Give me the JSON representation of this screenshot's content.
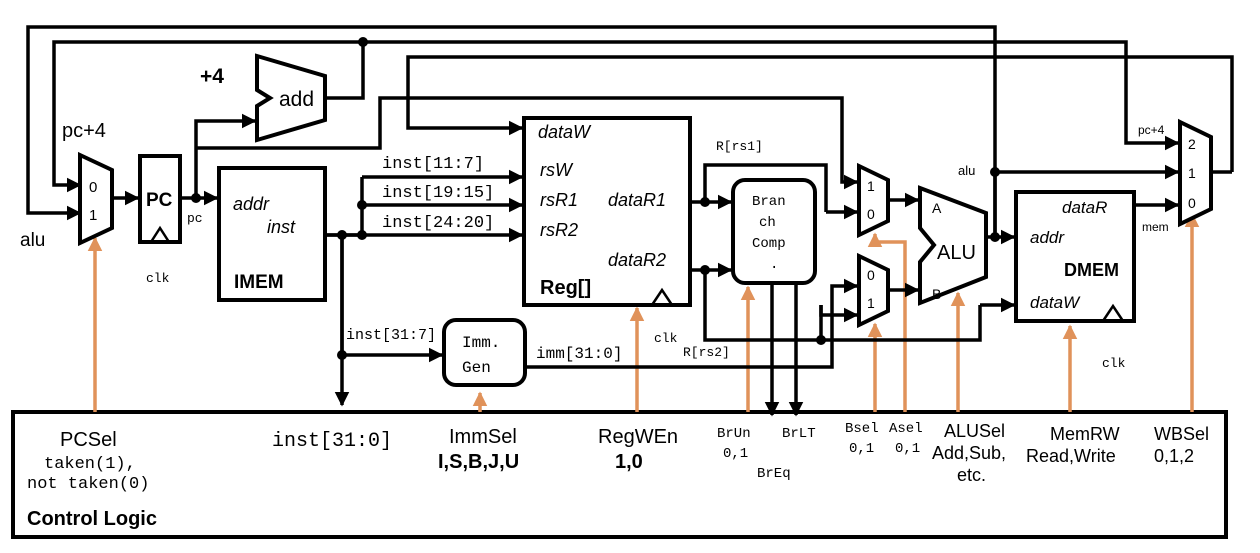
{
  "blocks": {
    "adder": {
      "plus4": "+4",
      "name": "add"
    },
    "pc": {
      "name": "PC",
      "out": "pc",
      "clk": "clk",
      "in_label": "pc+4",
      "alu_label": "alu"
    },
    "pcmux": {
      "in0": "0",
      "in1": "1"
    },
    "imem": {
      "name": "IMEM",
      "addr": "addr",
      "inst": "inst"
    },
    "regfile": {
      "name": "Reg[]",
      "dataW": "dataW",
      "rsW": "rsW",
      "rsR1": "rsR1",
      "rsR2": "rsR2",
      "dataR1": "dataR1",
      "dataR2": "dataR2",
      "clk": "clk"
    },
    "fields": {
      "f1": "inst[11:7]",
      "f2": "inst[19:15]",
      "f3": "inst[24:20]",
      "f4": "inst[31:7]"
    },
    "immgen": {
      "l1": "Imm.",
      "l2": "Gen",
      "out": "imm[31:0]"
    },
    "branch": {
      "l1": "Bran",
      "l2": "ch",
      "l3": "Comp",
      "l4": ".",
      "rs1": "R[rs1]",
      "rs2": "R[rs2]"
    },
    "amux": {
      "in1": "1",
      "in0": "0"
    },
    "bmux": {
      "in0": "0",
      "in1": "1"
    },
    "alu": {
      "name": "ALU",
      "a": "A",
      "b": "B"
    },
    "dmem": {
      "name": "DMEM",
      "dataR": "dataR",
      "addr": "addr",
      "dataW": "dataW",
      "clk": "clk"
    },
    "wbmux": {
      "in2": "2",
      "in1": "1",
      "in0": "0",
      "pc4": "pc+4",
      "alu": "alu",
      "mem": "mem"
    }
  },
  "control": {
    "title": "Control Logic",
    "pcsel": {
      "name": "PCSel",
      "v1": "taken(1),",
      "v2": "not taken(0)"
    },
    "inst": "inst[31:0]",
    "immsel": {
      "name": "ImmSel",
      "values": "I,S,B,J,U"
    },
    "regwen": {
      "name": "RegWEn",
      "values": "1,0"
    },
    "brun": {
      "name": "BrUn",
      "values": "0,1"
    },
    "brlt": "BrLT",
    "breq": "BrEq",
    "bsel": {
      "name": "Bsel",
      "values": "0,1"
    },
    "asel": {
      "name": "Asel",
      "values": "0,1"
    },
    "alusel": {
      "name": "ALUSel",
      "v1": "Add,Sub,",
      "v2": "etc."
    },
    "memrw": {
      "name": "MemRW",
      "values": "Read,Write"
    },
    "wbsel": {
      "name": "WBSel",
      "values": "0,1,2"
    }
  },
  "colors": {
    "wire": "#000000",
    "control_wire": "#e0925a",
    "background": "#ffffff"
  }
}
